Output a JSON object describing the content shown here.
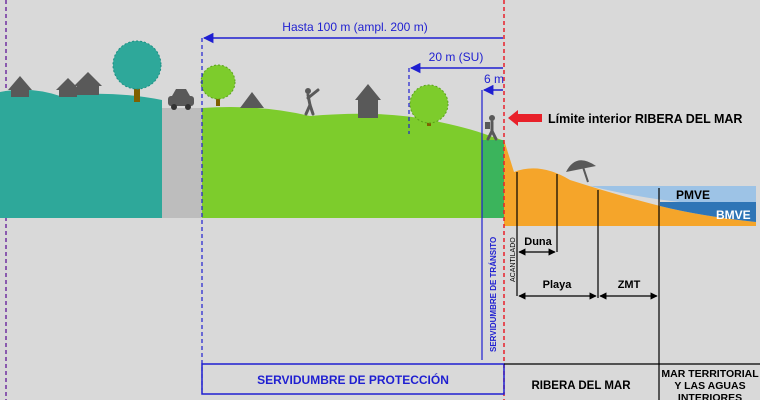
{
  "dimensions": {
    "hasta_100": "Hasta 100 m (ampl. 200 m)",
    "m20": "20 m (SU)",
    "m6": "6 m"
  },
  "limit_label": "Límite interior  RIBERA DEL MAR",
  "labels": {
    "servidumbre_transito": "SERVIDUMBRE DE TRÁNSITO",
    "acantilado": "ACANTILADO",
    "duna": "Duna",
    "playa": "Playa",
    "zmt": "ZMT",
    "pmve": "PMVE",
    "bmve": "BMVE"
  },
  "bottom": {
    "servidumbre_proteccion": "SERVIDUMBRE DE PROTECCIÓN",
    "ribera_del_mar": "RIBERA DEL MAR",
    "mar_line1": "MAR TERRITORIAL",
    "mar_line2": "Y LAS AGUAS",
    "mar_line3": "INTERIORES"
  },
  "colors": {
    "background": "#d9d9d9",
    "teal_land": "#2ea89a",
    "road": "#bdbdbd",
    "green_land": "#7dcc2c",
    "transit_strip": "#3bb45c",
    "sand": "#f5a52a",
    "water_light": "#9dc3e6",
    "water_dark": "#2e75b6",
    "dimension_blue": "#1f1fd1",
    "red_line": "#e8212a",
    "icon_grey": "#595959"
  },
  "icons": [
    "house-icon",
    "car-icon",
    "tree-icon",
    "tent-icon",
    "golfer-icon",
    "kiosk-icon",
    "hiker-icon",
    "umbrella-icon",
    "red-arrow-icon"
  ]
}
